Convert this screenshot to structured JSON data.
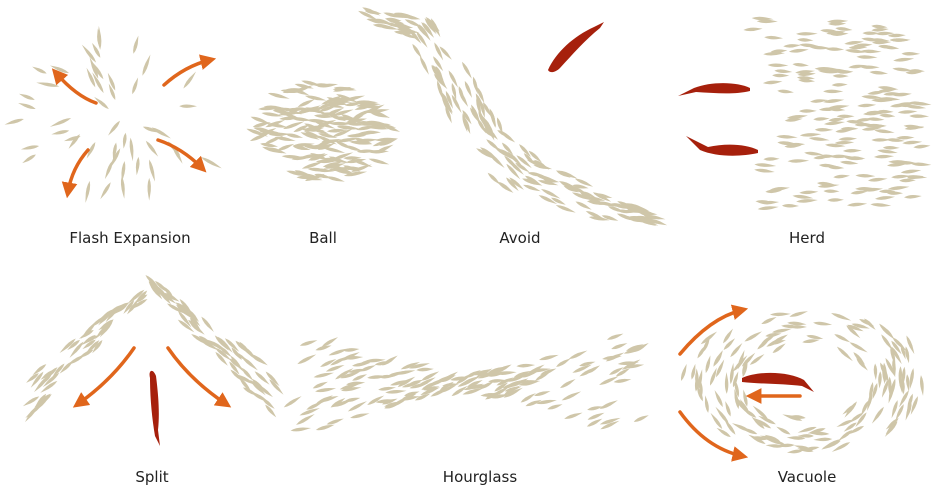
{
  "colors": {
    "fish": "#cfc6a9",
    "predator": "#a6200c",
    "arrow": "#e0661c",
    "label": "#222222"
  },
  "panels": [
    {
      "id": "flash-expansion",
      "label": "Flash Expansion"
    },
    {
      "id": "ball",
      "label": "Ball"
    },
    {
      "id": "avoid",
      "label": "Avoid"
    },
    {
      "id": "herd",
      "label": "Herd"
    },
    {
      "id": "split",
      "label": "Split"
    },
    {
      "id": "hourglass",
      "label": "Hourglass"
    },
    {
      "id": "vacuole",
      "label": "Vacuole"
    }
  ]
}
